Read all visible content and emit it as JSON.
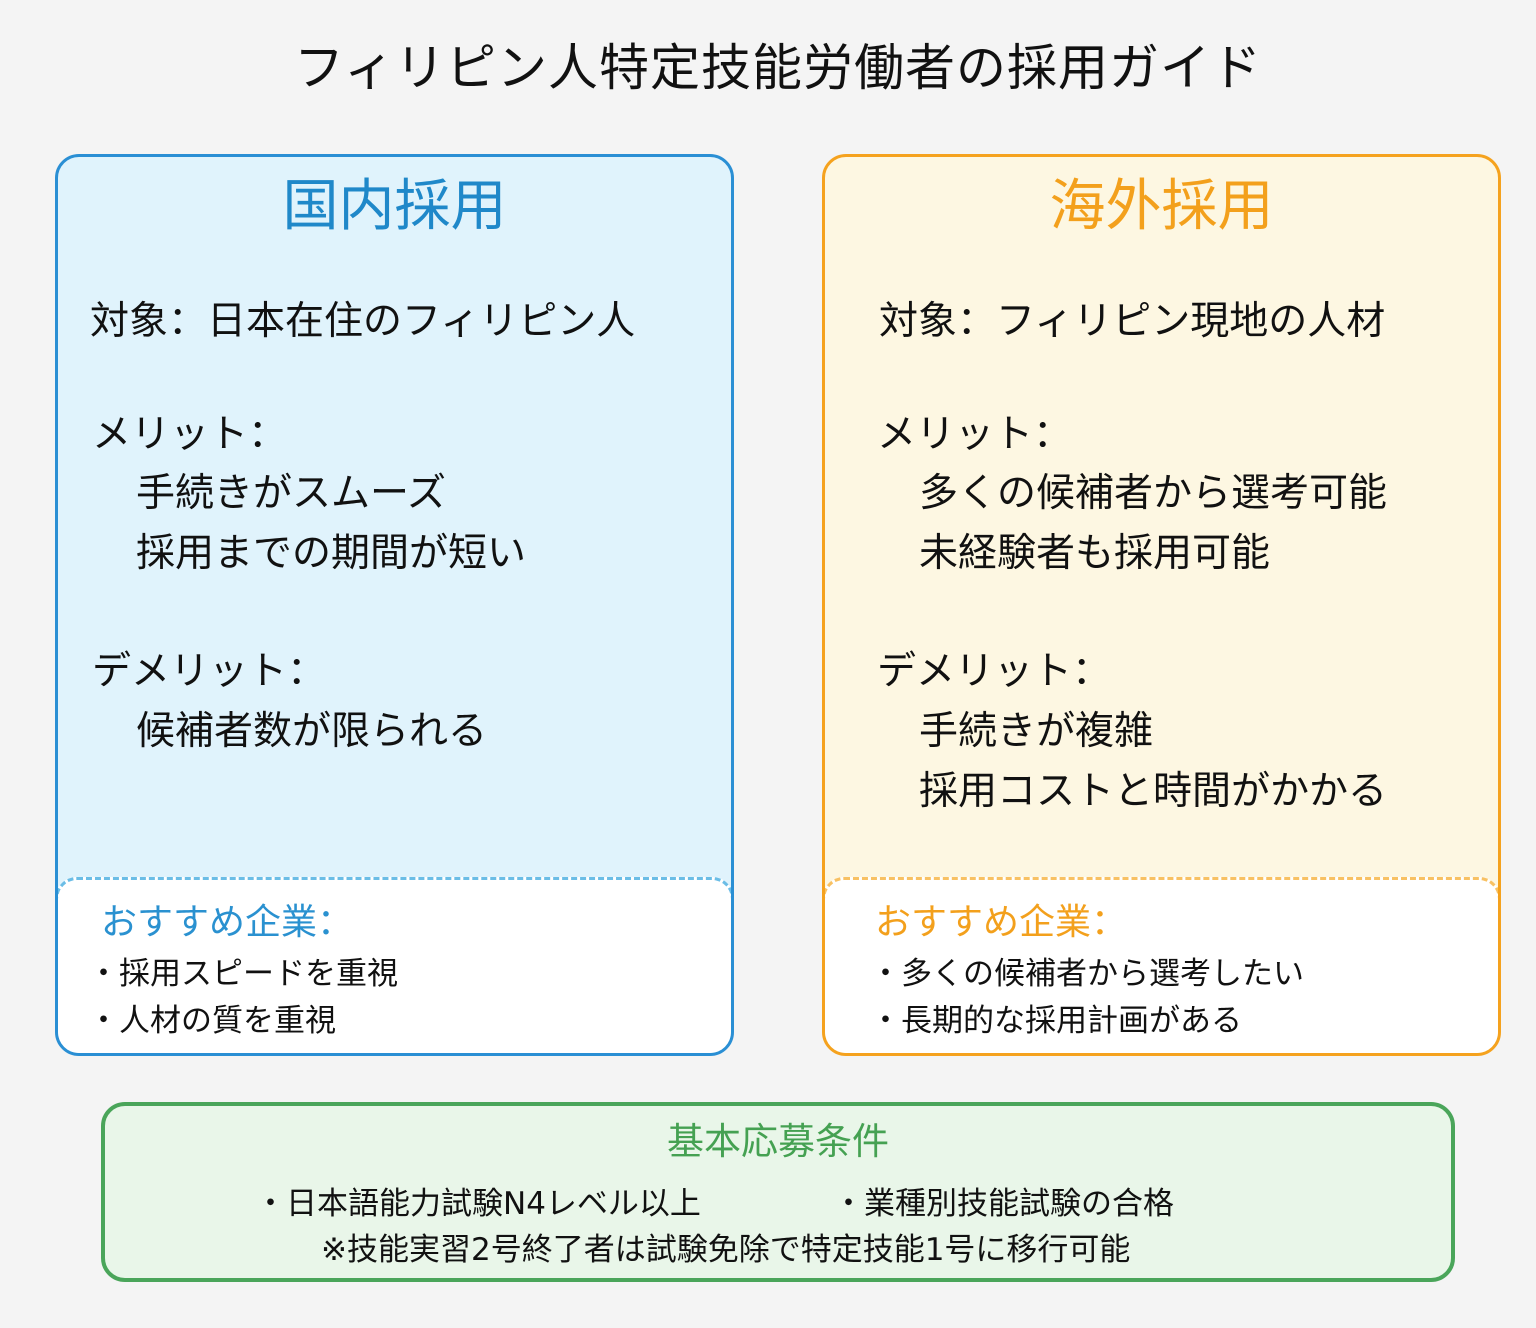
{
  "page": {
    "title": "フィリピン人特定技能労働者の採用ガイド"
  },
  "colors": {
    "domestic_accent": "#2a8fd4",
    "domestic_bg": "#e0f3fc",
    "overseas_accent": "#f5a21e",
    "overseas_bg": "#fdf7e2",
    "requirements_accent": "#4aa55a",
    "requirements_bg": "#e9f6e9",
    "background": "#f4f4f4"
  },
  "domestic": {
    "title": "国内採用",
    "target": "対象：日本在住のフィリピン人",
    "merits_label": "メリット：",
    "merits": [
      "手続きがスムーズ",
      "採用までの期間が短い"
    ],
    "demerits_label": "デメリット：",
    "demerits": [
      "候補者数が限られる"
    ],
    "recommended": {
      "label": "おすすめ企業：",
      "items": [
        "・採用スピードを重視",
        "・人材の質を重視"
      ]
    }
  },
  "overseas": {
    "title": "海外採用",
    "target": "対象：フィリピン現地の人材",
    "merits_label": "メリット：",
    "merits": [
      "多くの候補者から選考可能",
      "未経験者も採用可能"
    ],
    "demerits_label": "デメリット：",
    "demerits": [
      "手続きが複雑",
      "採用コストと時間がかかる"
    ],
    "recommended": {
      "label": "おすすめ企業：",
      "items": [
        "・多くの候補者から選考したい",
        "・長期的な採用計画がある"
      ]
    }
  },
  "requirements": {
    "title": "基本応募条件",
    "items": [
      "・日本語能力試験N4レベル以上",
      "・業種別技能試験の合格"
    ],
    "note": "※技能実習2号終了者は試験免除で特定技能1号に移行可能"
  }
}
